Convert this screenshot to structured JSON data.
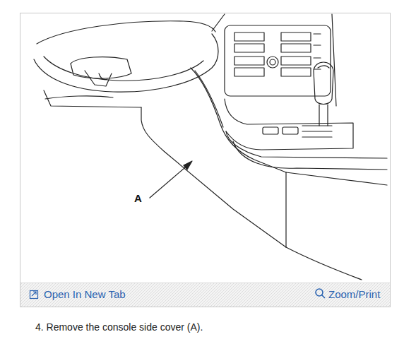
{
  "diagram": {
    "caption": "4. Remove the console side cover (A).",
    "labels": [
      "A",
      "Open In New Tab",
      "Zoom/Print"
    ]
  }
}
